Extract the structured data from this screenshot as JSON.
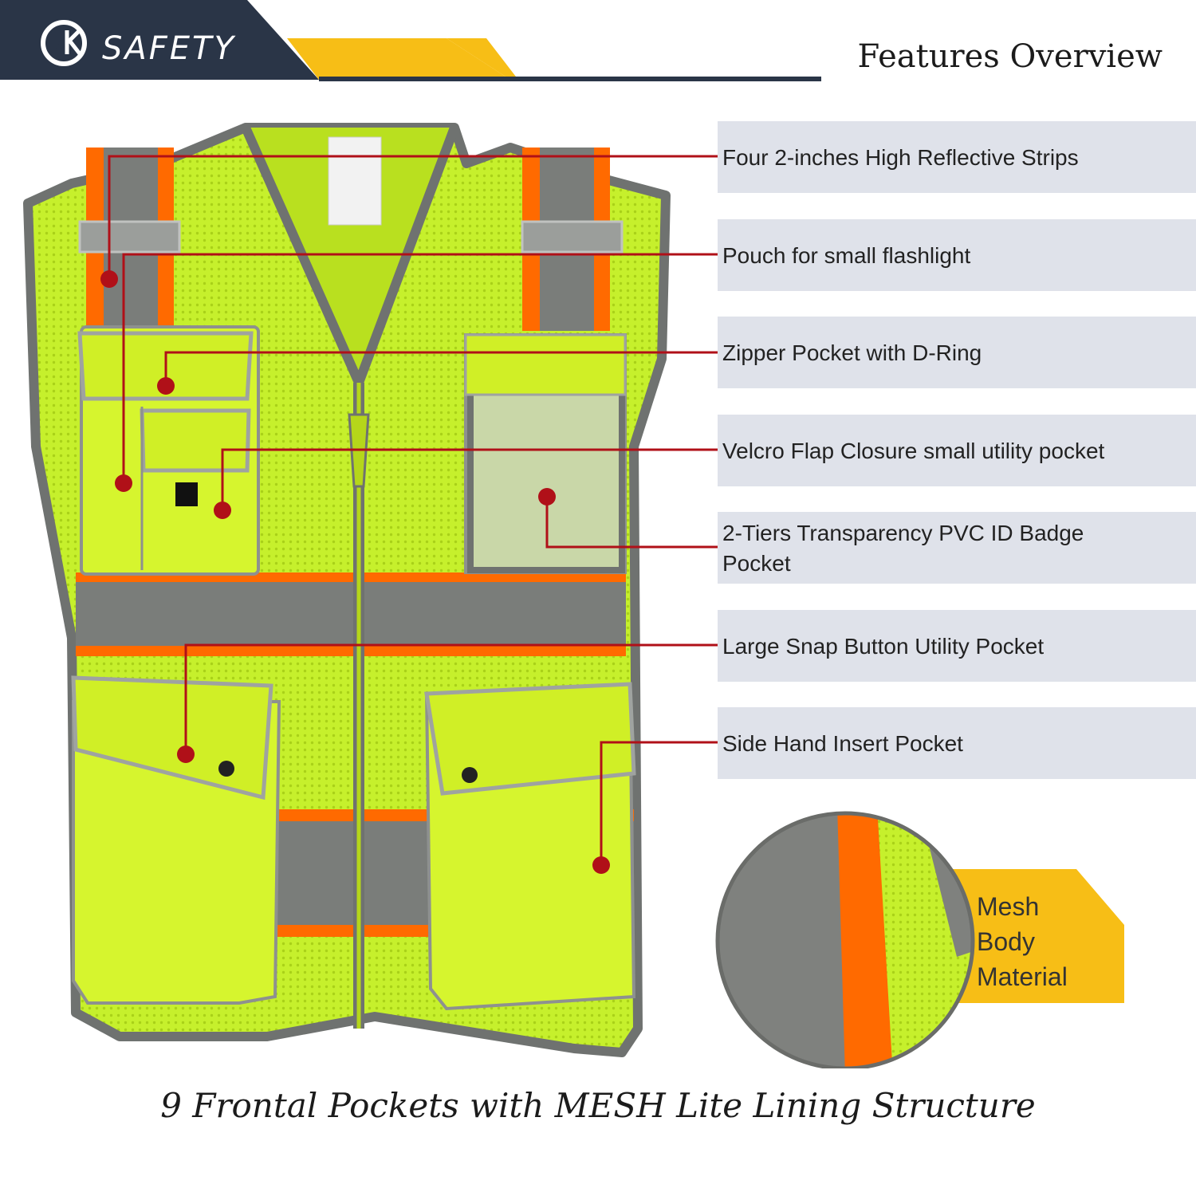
{
  "brand": {
    "logo_text": "SAFETY"
  },
  "header": {
    "title": "Features Overview"
  },
  "features": [
    {
      "label": "Four 2-inches High Reflective Strips"
    },
    {
      "label": "Pouch for small flashlight"
    },
    {
      "label": "Zipper Pocket with D-Ring"
    },
    {
      "label": "Velcro Flap Closure small utility pocket"
    },
    {
      "label": "2-Tiers Transparency PVC ID Badge\nPocket"
    },
    {
      "label": "Large Snap Button Utility Pocket"
    },
    {
      "label": "Side Hand Insert Pocket"
    }
  ],
  "detail_callout": {
    "label": "Mesh\nBody\nMaterial"
  },
  "caption": "9 Frontal Pockets with MESH Lite Lining Structure",
  "colors": {
    "header_dark": "#2a3547",
    "accent_yellow": "#f7be16",
    "vest_green": "#c6f02c",
    "reflective_gray": "#7a7d7a",
    "trim_orange": "#ff6a00",
    "leader_red": "#b01018",
    "label_bg": "#dfe2ea"
  },
  "icons": [
    "logo-mark-icon",
    "callout-dot-icon"
  ]
}
